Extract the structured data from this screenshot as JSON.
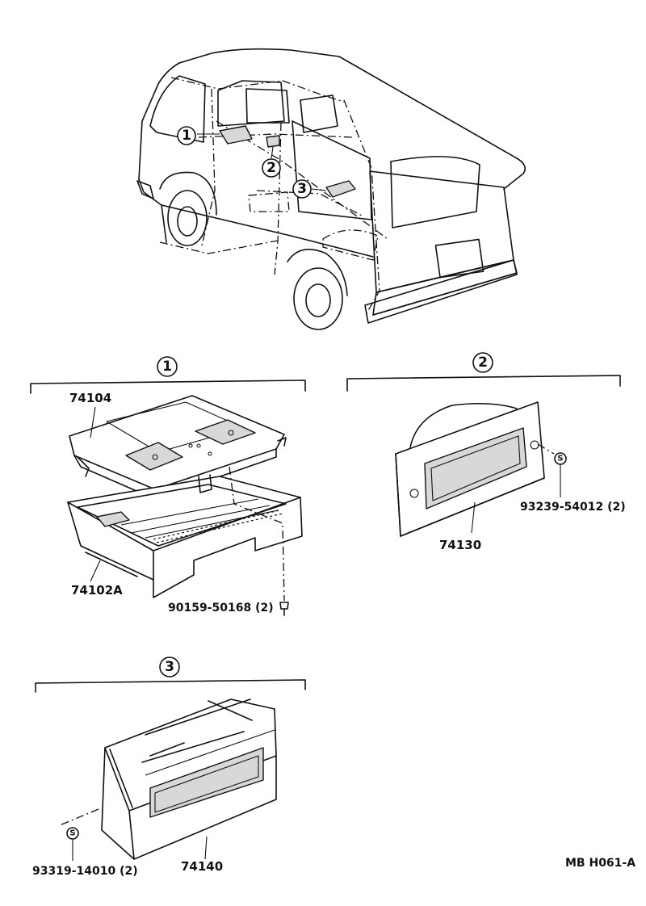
{
  "drawing_code": "MB H061-A",
  "callouts": {
    "c1": "1",
    "c2": "2",
    "c3": "3"
  },
  "parts": {
    "p74104": "74104",
    "p74102A": "74102A",
    "p90159": "90159-50168 (2)",
    "p74130": "74130",
    "p93239": "93239-54012 (2)",
    "p74140": "74140",
    "p93319": "93319-14010 (2)"
  },
  "symbols": {
    "screw_mark": "S"
  }
}
